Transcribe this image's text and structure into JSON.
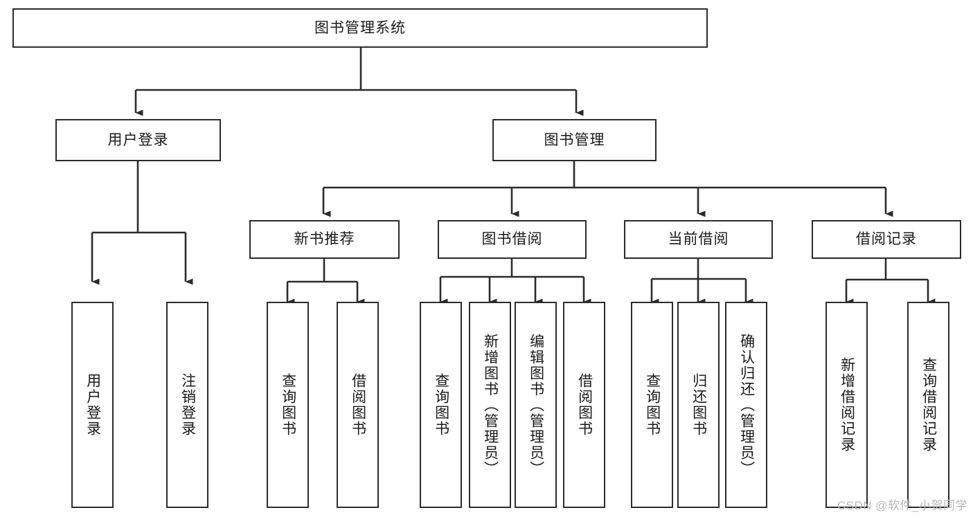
{
  "diagram": {
    "title": "图书管理系统",
    "type": "tree-hierarchy-chart",
    "background": "#ffffff",
    "line_color": "#2b2b2b",
    "text_color": "#1a1a1a"
  },
  "root": {
    "label": "图书管理系统"
  },
  "level2": [
    {
      "label": "用户登录"
    },
    {
      "label": "图书管理"
    }
  ],
  "level3": [
    {
      "label": "新书推荐"
    },
    {
      "label": "图书借阅"
    },
    {
      "label": "当前借阅"
    },
    {
      "label": "借阅记录"
    }
  ],
  "leaves": {
    "user_login": [
      {
        "label": "用户登录"
      },
      {
        "label": "注销登录"
      }
    ],
    "new_book": [
      {
        "label": "查询图书"
      },
      {
        "label": "借阅图书"
      }
    ],
    "book_borrow": [
      {
        "label": "查询图书"
      },
      {
        "label": "新增图书（管理员）"
      },
      {
        "label": "编辑图书（管理员）"
      },
      {
        "label": "借阅图书"
      }
    ],
    "current_borrow": [
      {
        "label": "查询图书"
      },
      {
        "label": "归还图书"
      },
      {
        "label": "确认归还（管理员）"
      }
    ],
    "borrow_record": [
      {
        "label": "新增借阅记录"
      },
      {
        "label": "查询借阅记录"
      }
    ]
  },
  "watermark": {
    "text": "CSDN @软件_小贺同学"
  }
}
